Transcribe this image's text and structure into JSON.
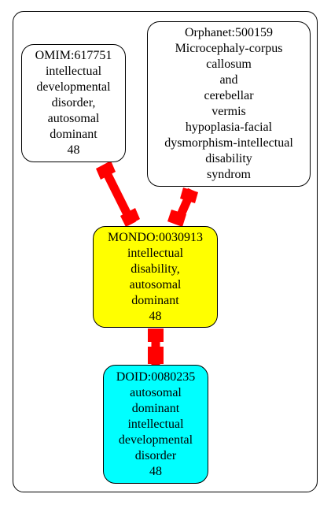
{
  "diagram": {
    "nodes": {
      "omim": {
        "lines": [
          "OMIM:617751",
          "intellectual",
          "developmental",
          "disorder,",
          "autosomal",
          "dominant",
          "48"
        ],
        "fill": "#ffffff"
      },
      "orphanet": {
        "lines": [
          "Orphanet:500159",
          "Microcephaly-corpus",
          "callosum",
          "and",
          "cerebellar",
          "vermis",
          "hypoplasia-facial",
          "dysmorphism-intellectual",
          "disability",
          "syndrom"
        ],
        "fill": "#ffffff"
      },
      "mondo": {
        "lines": [
          "MONDO:0030913",
          "intellectual",
          "disability,",
          "autosomal",
          "dominant",
          "48"
        ],
        "fill": "#ffff00"
      },
      "doid": {
        "lines": [
          "DOID:0080235",
          "autosomal",
          "dominant",
          "intellectual",
          "developmental",
          "disorder",
          "48"
        ],
        "fill": "#00ffff"
      }
    },
    "edge_color": "#ff0000"
  }
}
